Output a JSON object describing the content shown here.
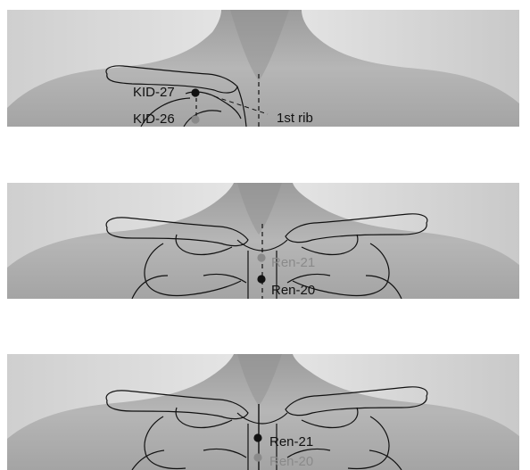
{
  "panels": [
    {
      "labels": {
        "point_a": "KID-27",
        "point_b": "KID-26",
        "landmark": "1st rib"
      }
    },
    {
      "labels": {
        "point_a": "Ren-21",
        "point_b": "Ren-20"
      }
    },
    {
      "labels": {
        "point_a": "Ren-21",
        "point_b": "Ren-20"
      }
    }
  ],
  "colors": {
    "active_point": "#111111",
    "inactive_point": "#8a8a8a",
    "outline": "#111111"
  }
}
